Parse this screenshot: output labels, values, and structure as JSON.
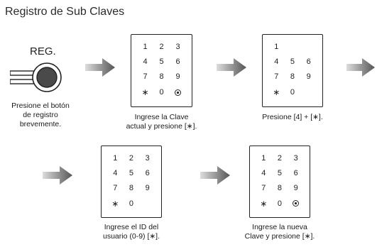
{
  "title": "Registro de Sub Claves",
  "reg_label": "REG.",
  "captions": {
    "step1": [
      "Presione el botón",
      "de registro",
      "brevemente."
    ],
    "step2": [
      "Ingrese la Clave",
      "actual y presione [∗]."
    ],
    "step3": [
      "Presione [4] + [∗]."
    ],
    "step4": [
      "Ingrese el ID del",
      "usuario (0-9) [∗]."
    ],
    "step5": [
      "Ingrese la nueva",
      "Clave y presione [∗]."
    ]
  },
  "keypad_full": [
    "1",
    "2",
    "3",
    "4",
    "5",
    "6",
    "7",
    "8",
    "9",
    "∗",
    "0",
    "lock-icon"
  ],
  "keypad_no_top": [
    "1",
    "",
    "",
    "4",
    "5",
    "6",
    "7",
    "8",
    "9",
    "∗",
    "0",
    ""
  ],
  "keypad_no_lock": [
    "1",
    "2",
    "3",
    "4",
    "5",
    "6",
    "7",
    "8",
    "9",
    "∗",
    "0",
    ""
  ]
}
